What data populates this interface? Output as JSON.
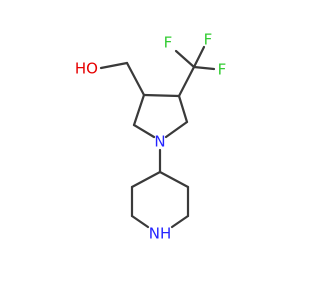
{
  "atoms": {
    "hydroxyl": {
      "text": "HO",
      "color": "#e60000"
    },
    "fluorine_top": {
      "text": "F",
      "color": "#33cc33"
    },
    "fluorine_left": {
      "text": "F",
      "color": "#33cc33"
    },
    "fluorine_right": {
      "text": "F",
      "color": "#33cc33"
    },
    "pyrrolidine_nitrogen": {
      "text": "N",
      "color": "#2424ff"
    },
    "piperidine_nitrogen": {
      "text": "NH",
      "color": "#2424ff"
    }
  }
}
